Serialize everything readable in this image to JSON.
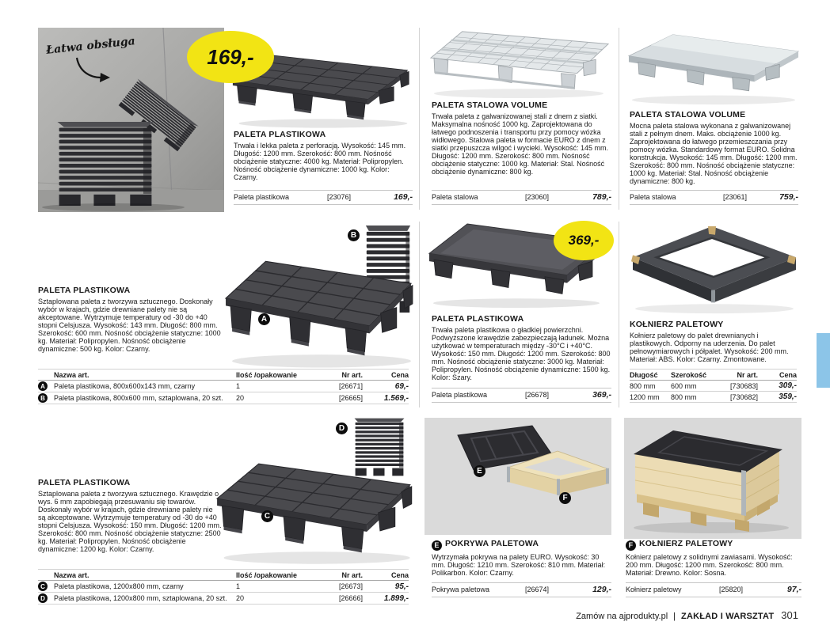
{
  "colors": {
    "badge_yellow": "#f2e414",
    "tab_blue": "#8cc5e8"
  },
  "hero": {
    "caption": "Łatwa obsługa",
    "badge_price": "169,-"
  },
  "badge_mid": {
    "price": "369,-"
  },
  "markers": {
    "a": "A",
    "b": "B",
    "c": "C",
    "d": "D",
    "e": "E",
    "f": "F"
  },
  "products": {
    "p1": {
      "title": "PALETA PLASTIKOWA",
      "desc": "Trwała i lekka paleta z perforacją. Wysokość: 145 mm. Długość: 1200 mm. Szerokość: 800 mm. Nośność obciążenie statyczne: 4000 kg. Materiał: Polipropylen. Nośność obciążenie dynamiczne: 1000 kg. Kolor: Czarny.",
      "row": {
        "name": "Paleta plastikowa",
        "art": "[23076]",
        "price": "169,-"
      }
    },
    "p2": {
      "title": "PALETA STALOWA VOLUME",
      "desc": "Trwała paleta z galwanizowanej stali z dnem z siatki. Maksymalna nośność 1000 kg. Zaprojektowana do łatwego podnoszenia i transportu przy pomocy wózka widłowego. Stalowa paleta w formacie EURO z dnem z siatki przepuszcza wilgoć i wycieki. Wysokość: 145 mm. Długość: 1200 mm. Szerokość: 800 mm. Nośność obciążenie statyczne: 1000 kg. Materiał: Stal. Nośność obciążenie dynamiczne: 800 kg.",
      "row": {
        "name": "Paleta stalowa",
        "art": "[23060]",
        "price": "789,-"
      }
    },
    "p3": {
      "title": "PALETA STALOWA VOLUME",
      "desc": "Mocna paleta stalowa wykonana z galwanizowanej stali z pełnym dnem. Maks. obciążenie 1000 kg. Zaprojektowana do łatwego przemieszczania przy pomocy wózka. Standardowy format EURO. Solidna konstrukcja. Wysokość: 145 mm. Długość: 1200 mm. Szerokość: 800 mm. Nośność obciążenie statyczne: 1000 kg. Materiał: Stal. Nośność obciążenie dynamiczne: 800 kg.",
      "row": {
        "name": "Paleta stalowa",
        "art": "[23061]",
        "price": "759,-"
      }
    },
    "p4": {
      "title": "PALETA PLASTIKOWA",
      "desc": "Sztaplowana paleta z tworzywa sztucznego. Doskonały wybór w krajach, gdzie drewniane palety nie są akceptowane. Wytrzymuje temperatury od -30 do +40 stopni Celsjusza. Wysokość: 143 mm. Długość: 800 mm. Szerokość: 600 mm. Nośność obciążenie statyczne: 1000 kg. Materiał: Polipropylen. Nośność obciążenie dynamiczne: 500 kg. Kolor: Czarny.",
      "table": {
        "headers": {
          "name": "Nazwa art.",
          "qty": "Ilość /opakowanie",
          "art": "Nr art.",
          "price": "Cena"
        },
        "rows": [
          {
            "mark": "A",
            "name": "Paleta plastikowa, 800x600x143 mm, czarny",
            "qty": "1",
            "art": "[26671]",
            "price": "69,-"
          },
          {
            "mark": "B",
            "name": "Paleta plastikowa, 800x600 mm, sztaplowana, 20 szt.",
            "qty": "20",
            "art": "[26665]",
            "price": "1.569,-"
          }
        ]
      }
    },
    "p5": {
      "title": "PALETA PLASTIKOWA",
      "desc": "Trwała paleta plastikowa o gładkiej powierzchni. Podwyższone krawędzie zabezpieczają ładunek. Można użytkować w temperaturach między -30°C i +40°C. Wysokość: 150 mm. Długość: 1200 mm. Szerokość: 800 mm. Nośność obciążenie statyczne: 3000 kg. Materiał: Polipropylen. Nośność obciążenie dynamiczne: 1500 kg. Kolor: Szary.",
      "row": {
        "name": "Paleta plastikowa",
        "art": "[26678]",
        "price": "369,-"
      }
    },
    "p6": {
      "title": "KOŁNIERZ PALETOWY",
      "desc": "Kołnierz paletowy do palet drewnianych i plastikowych. Odporny na uderzenia. Do palet pełnowymiarowych i półpalet. Wysokość: 200 mm. Materiał: ABS. Kolor: Czarny. Zmontowane.",
      "table": {
        "headers": {
          "length": "Długość",
          "width": "Szerokość",
          "art": "Nr art.",
          "price": "Cena"
        },
        "rows": [
          {
            "length": "800 mm",
            "width": "600 mm",
            "art": "[730683]",
            "price": "309,-"
          },
          {
            "length": "1200 mm",
            "width": "800 mm",
            "art": "[730682]",
            "price": "359,-"
          }
        ]
      }
    },
    "p7": {
      "title": "PALETA PLASTIKOWA",
      "desc": "Sztaplowana paleta z tworzywa sztucznego. Krawędzie o wys. 6 mm zapobiegają przesuwaniu się towarów. Doskonały wybór w krajach, gdzie drewniane palety nie są akceptowane. Wytrzymuje temperatury od -30 do +40 stopni Celsjusza. Wysokość: 150 mm. Długość: 1200 mm. Szerokość: 800 mm. Nośność obciążenie statyczne: 2500 kg. Materiał: Polipropylen. Nośność obciążenie dynamiczne: 1200 kg. Kolor: Czarny.",
      "table": {
        "headers": {
          "name": "Nazwa art.",
          "qty": "Ilość /opakowanie",
          "art": "Nr art.",
          "price": "Cena"
        },
        "rows": [
          {
            "mark": "C",
            "name": "Paleta plastikowa, 1200x800 mm, czarny",
            "qty": "1",
            "art": "[26673]",
            "price": "95,-"
          },
          {
            "mark": "D",
            "name": "Paleta plastikowa, 1200x800 mm, sztaplowana, 20 szt.",
            "qty": "20",
            "art": "[26666]",
            "price": "1.899,-"
          }
        ]
      }
    },
    "p8": {
      "mark": "E",
      "title": "POKRYWA PALETOWA",
      "desc": "Wytrzymała pokrywa na palety EURO. Wysokość: 30 mm. Długość: 1210 mm. Szerokość: 810 mm. Materiał: Polikarbon. Kolor: Czarny.",
      "row": {
        "name": "Pokrywa paletowa",
        "art": "[26674]",
        "price": "129,-"
      }
    },
    "p9": {
      "mark": "F",
      "title": "KOŁNIERZ PALETOWY",
      "desc": "Kołnierz paletowy z solidnymi zawiasami. Wysokość: 200 mm. Długość: 1200 mm. Szerokość: 800 mm. Materiał: Drewno. Kolor: Sosna.",
      "row": {
        "name": "Kołnierz paletowy",
        "art": "[25820]",
        "price": "97,-"
      }
    }
  },
  "footer": {
    "order": "Zamów na ajprodukty.pl",
    "sep": "|",
    "section": "ZAKŁAD I WARSZTAT",
    "page": "301"
  }
}
